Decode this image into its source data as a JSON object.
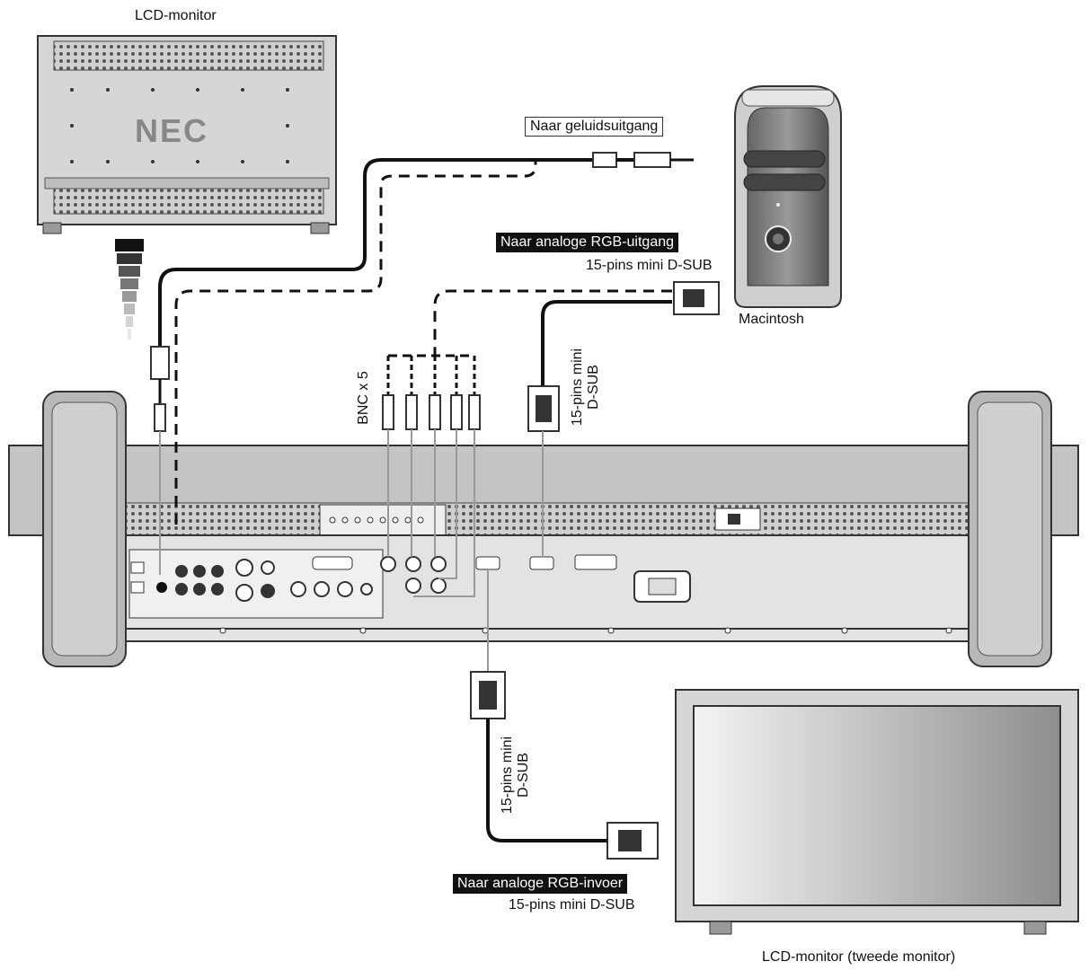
{
  "labels": {
    "lcd_monitor_top": "LCD-monitor",
    "brand_logo": "NEC",
    "audio_out": "Naar geluidsuitgang",
    "analog_rgb_out": "Naar analoge RGB-uitgang",
    "dsub_15_right": "15-pins mini D-SUB",
    "macintosh": "Macintosh",
    "bnc": "BNC x 5",
    "vertical_dsub_line1": "15-pins mini",
    "vertical_dsub_line2": "D-SUB",
    "vertical_dsub_bottom_line1": "15-pins mini",
    "vertical_dsub_bottom_line2": "D-SUB",
    "analog_rgb_in": "Naar analoge RGB-invoer",
    "dsub_15_bottom": "15-pins mini D-SUB",
    "second_monitor": "LCD-monitor (tweede monitor)"
  },
  "colors": {
    "outline": "#333333",
    "panel": "#d4d4d4",
    "panel_dark": "#a8a8a8",
    "cable": "#111111",
    "thin_cable": "#9a9a9a"
  }
}
